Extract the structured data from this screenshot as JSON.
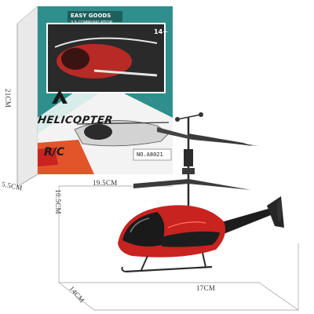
{
  "box": {
    "top_strip": "EASY GOODS",
    "top_strip_2": "3.5 COMMUNICATION",
    "age_label": "14+",
    "brand_title": "HELICOPTER",
    "rc_label": "R/C",
    "model_code": "NO.A8021",
    "colors": {
      "teal": "#2e8f8c",
      "orange": "#e2552a",
      "red": "#c8231f",
      "dark": "#1c1c1c"
    }
  },
  "dimensions": {
    "box_height": "21CM",
    "box_depth": "5.5CM",
    "heli_height": "10.5CM",
    "heli_width_small": "19.5CM",
    "heli_length": "17CM",
    "heli_depth": "14CM"
  }
}
